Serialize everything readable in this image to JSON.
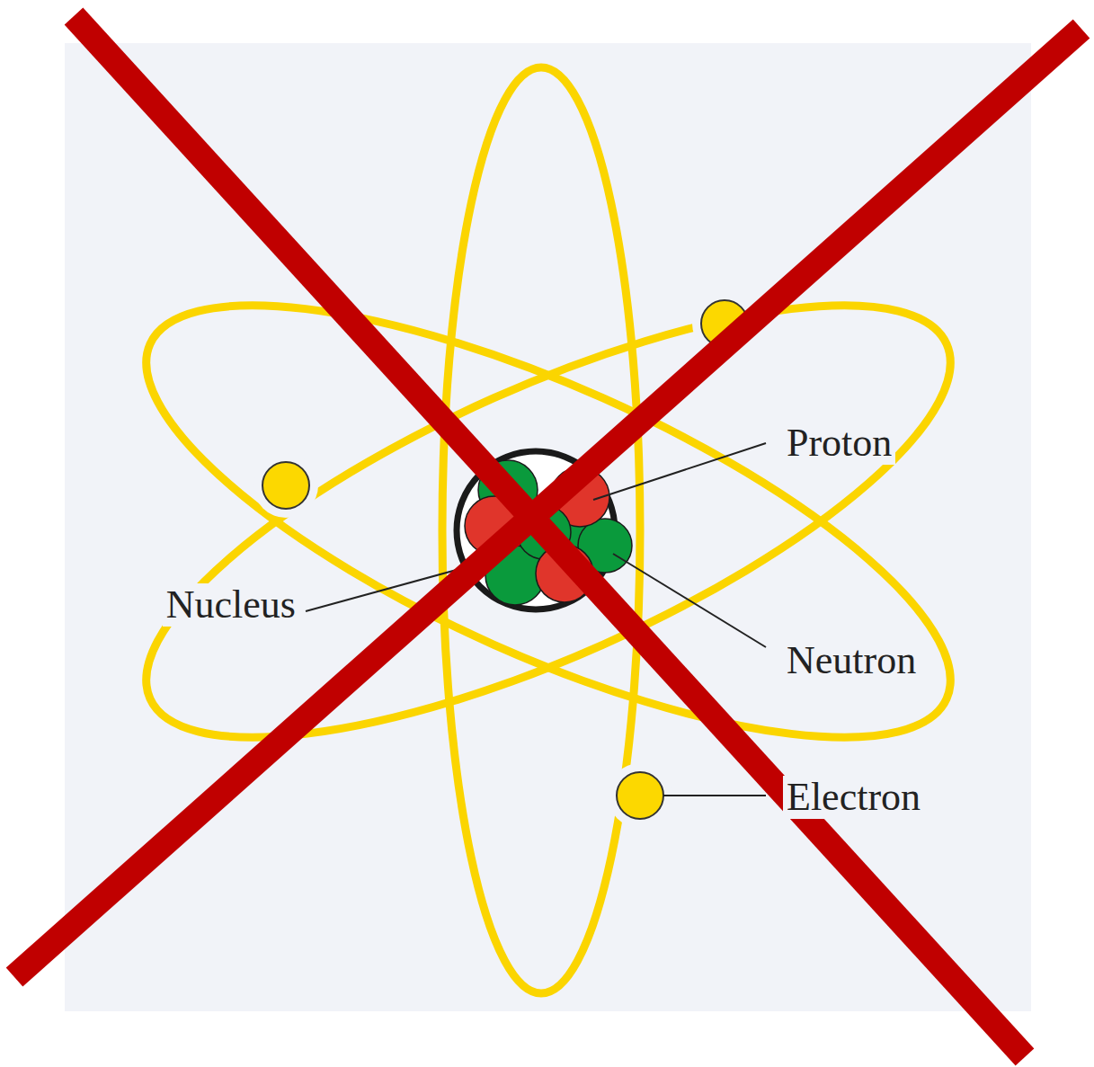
{
  "diagram": {
    "labels": [
      "Proton",
      "Nucleus",
      "Neutron",
      "Electron"
    ]
  }
}
